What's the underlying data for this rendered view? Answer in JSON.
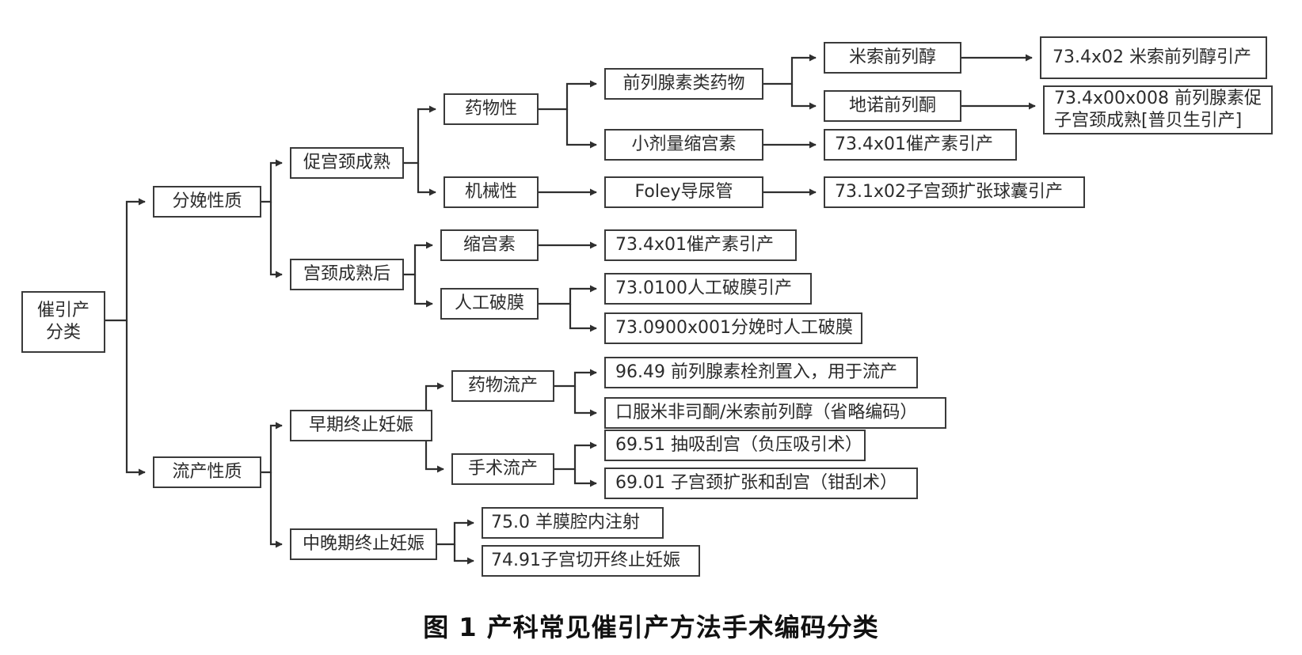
{
  "diagram": {
    "root": {
      "line1": "催引产",
      "line2": "分类"
    },
    "n_fenmian": "分娩性质",
    "n_liuchan": "流产性质",
    "n_cujing": "促宫颈成熟",
    "n_jinghou": "宫颈成熟后",
    "n_zaoqi": "早期终止妊娠",
    "n_zhongwan": "中晚期终止妊娠",
    "n_yaowu": "药物性",
    "n_jixie": "机械性",
    "n_suogong": "缩宫素",
    "n_rengong": "人工破膜",
    "n_yaowuliu": "药物流产",
    "n_shoushuliu": "手术流产",
    "n_qianlie": "前列腺素类药物",
    "n_xiaoji": "小剂量缩宫素",
    "n_foley": "Foley导尿管",
    "n_misu": "米索前列醇",
    "n_dinuo": "地诺前列酮",
    "c_misu": "73.4x02 米索前列醇引产",
    "c_dinuo": {
      "line1": "73.4x00x008 前列腺素促",
      "line2": "子宫颈成熟[普贝生引产]"
    },
    "c_xiaoji": "73.4x01催产素引产",
    "c_foley": "73.1x02子宫颈扩张球囊引产",
    "c_suogong": "73.4x01催产素引产",
    "c_rengong1": "73.0100人工破膜引产",
    "c_rengong2": "73.0900x001分娩时人工破膜",
    "c_yaoliu1": "96.49 前列腺素栓剂置入，用于流产",
    "c_yaoliu2": "口服米非司酮/米索前列醇（省略编码）",
    "c_shoushu1": "69.51 抽吸刮宫（负压吸引术）",
    "c_shoushu2": "69.01 子宫颈扩张和刮宫（钳刮术）",
    "c_zhong1": "75.0 羊膜腔内注射",
    "c_zhong2": "74.91子宫切开终止妊娠"
  },
  "caption": "图 1  产科常见催引产方法手术编码分类",
  "colors": {
    "line": "#2f2f2f",
    "border": "#3a3a3a",
    "text": "#2b2b2b"
  }
}
